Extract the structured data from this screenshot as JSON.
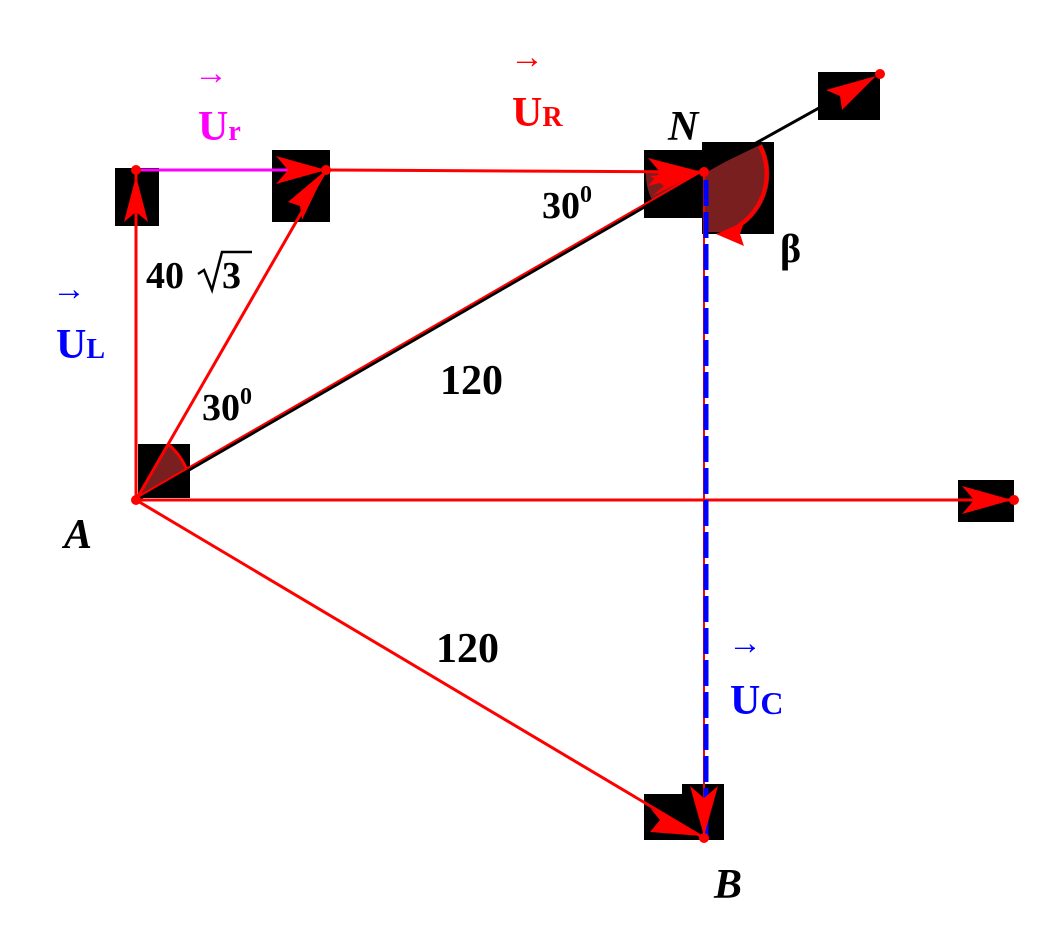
{
  "colors": {
    "red": "#ff0000",
    "magenta": "#ff00ff",
    "blue": "#0000ff",
    "black": "#000000",
    "shade": "#7a1f1f"
  },
  "points": {
    "A": "A",
    "N": "N",
    "B": "B"
  },
  "vectors": {
    "UL": {
      "main": "U",
      "sub": "L"
    },
    "Ur": {
      "main": "U",
      "sub": "r"
    },
    "UR": {
      "main": "U",
      "sub": "R"
    },
    "UC": {
      "main": "U",
      "sub": "C"
    }
  },
  "lengths": {
    "AN": "120",
    "AB": "120",
    "UL_coef": "40",
    "UL_root": "3"
  },
  "angles": {
    "at_A": "30",
    "at_A_sup": "0",
    "at_N": "30",
    "at_N_sup": "0",
    "beta": "β"
  },
  "arrow_glyph": "→"
}
